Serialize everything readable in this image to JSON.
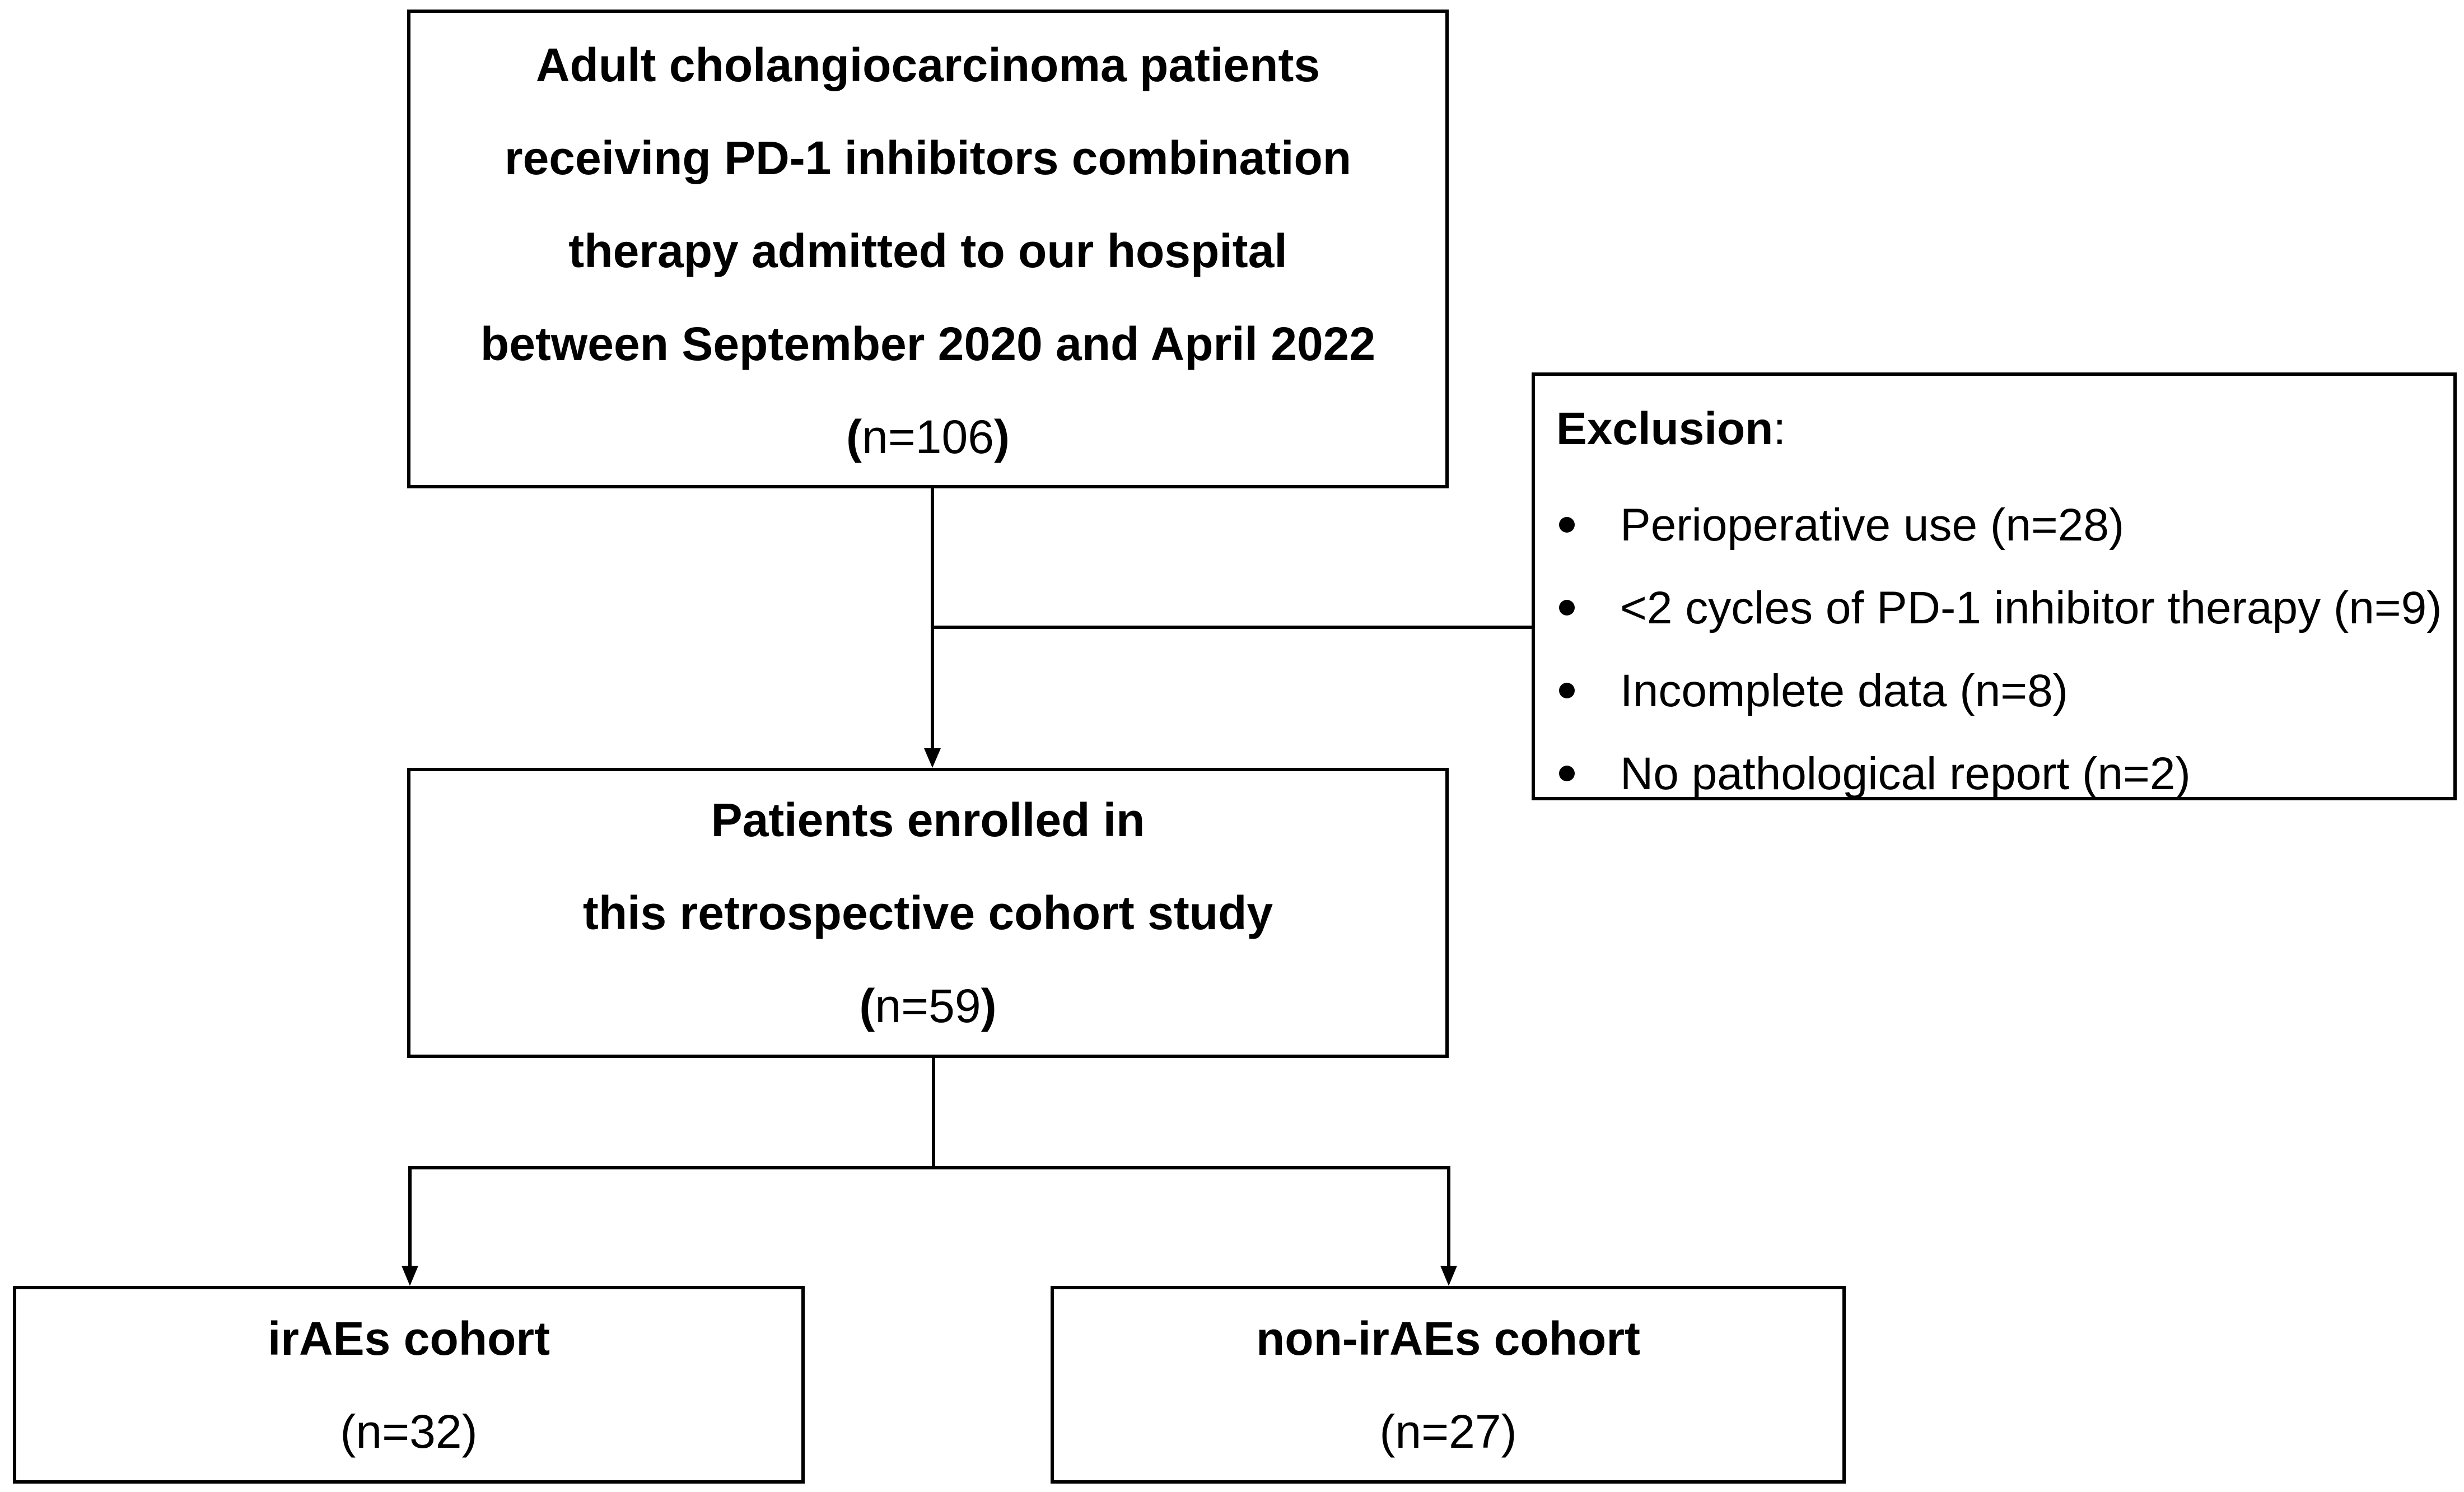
{
  "screened": {
    "lines": [
      "Adult cholangiocarcinoma patients",
      "receiving PD-1 inhibitors combination",
      "therapy admitted to our hospital",
      "between September 2020 and April 2022"
    ],
    "open_paren": "(",
    "count": "n=106",
    "close_paren": ")"
  },
  "exclusion": {
    "title": "Exclusion",
    "title_suffix": ":",
    "items": [
      "Perioperative use (n=28)",
      "<2 cycles of PD-1 inhibitor therapy (n=9)",
      "Incomplete data (n=8)",
      "No pathological report (n=2)"
    ]
  },
  "enrolled": {
    "lines": [
      "Patients enrolled in",
      "this retrospective cohort study"
    ],
    "open_paren": "(",
    "count": "n=59",
    "close_paren": ")"
  },
  "iraes": {
    "title": "irAEs cohort",
    "count": "(n=32)"
  },
  "non_iraes": {
    "title": "non-irAEs cohort",
    "count": "(n=27)"
  },
  "colors": {
    "stroke": "#000000",
    "background": "#ffffff"
  }
}
